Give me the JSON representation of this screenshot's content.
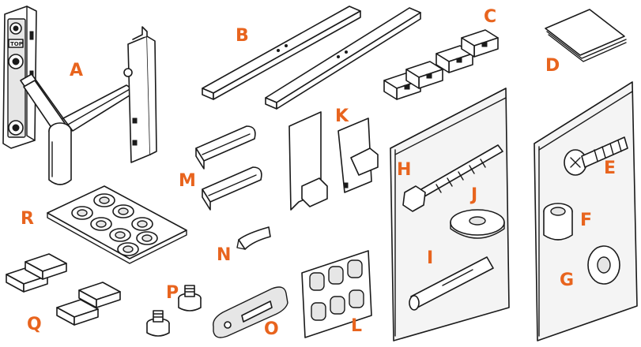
{
  "label_color": "#e8641e",
  "labels": {
    "A": "A",
    "B": "B",
    "C": "C",
    "D": "D",
    "E": "E",
    "F": "F",
    "G": "G",
    "H": "H",
    "I": "I",
    "J": "J",
    "K": "K",
    "L": "L",
    "M": "M",
    "N": "N",
    "O": "O",
    "P": "P",
    "Q": "Q",
    "R": "R"
  },
  "wall_plate_text": "TOP"
}
